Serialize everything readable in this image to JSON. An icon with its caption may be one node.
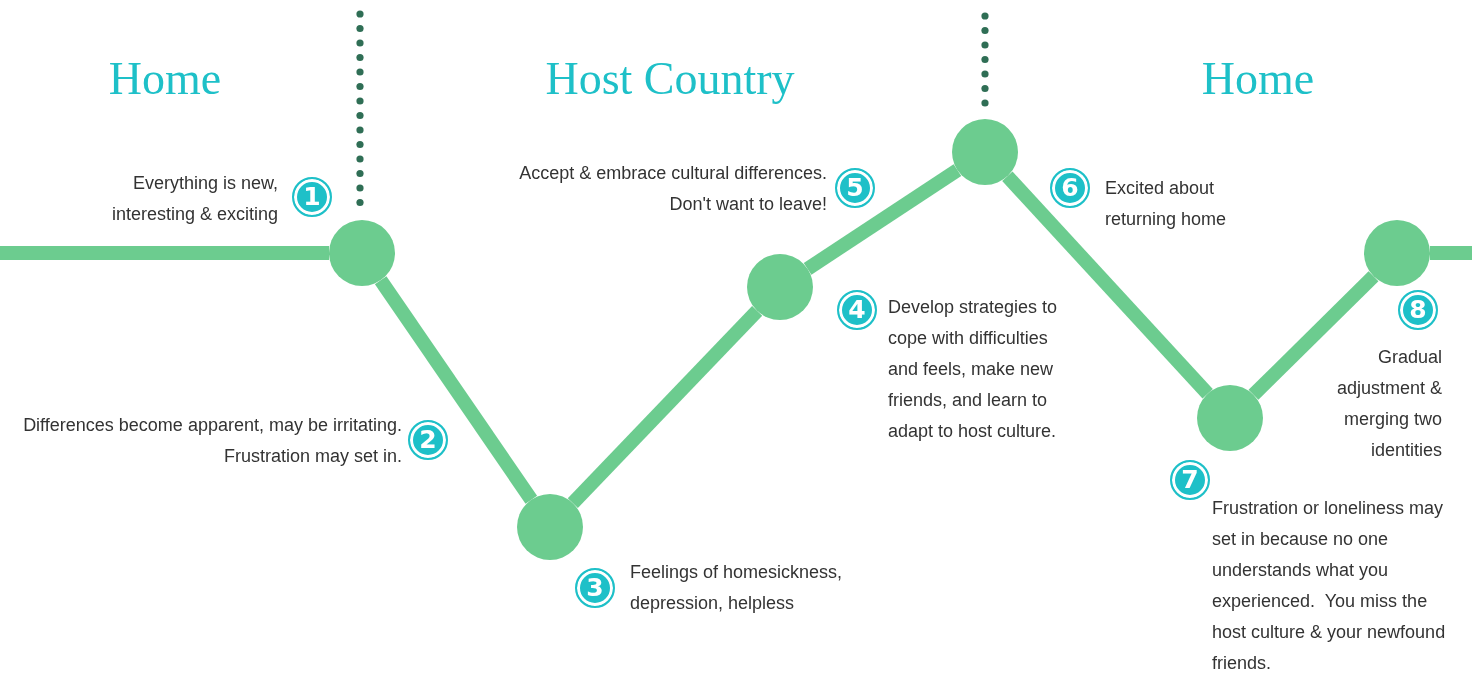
{
  "diagram": {
    "nodes": [
      {
        "text": [],
        "shape": "circle"
      },
      {
        "text": [],
        "shape": "circle"
      },
      {
        "text": [],
        "shape": "circle"
      },
      {
        "text": [],
        "shape": "circle"
      },
      {
        "text": [],
        "shape": "circle"
      },
      {
        "text": [],
        "shape": "circle"
      },
      {
        "text": [
          "1"
        ],
        "beside": [
          "Everything is new, interesting & exciting"
        ]
      },
      {
        "text": [
          "2"
        ],
        "beside": [
          "Differences become apparent, may be irritating. Frustration may set in."
        ]
      },
      {
        "text": [
          "3"
        ],
        "beside": [
          "Feelings of homesickness, depression, helpless"
        ]
      },
      {
        "text": [
          "4"
        ],
        "beside": [
          "Develop strategies to cope with difficulties and feels, make new friends, and learn to adapt to host culture."
        ]
      },
      {
        "text": [
          "5"
        ],
        "beside": [
          "Accept & embrace cultural differences.  Don't want to leave!"
        ]
      },
      {
        "text": [
          "6"
        ],
        "beside": [
          "Excited about returning home"
        ]
      },
      {
        "text": [
          "7"
        ],
        "beside": [
          "Frustration or loneliness may set in because no one understands what you experienced.  You miss the host culture & your newfound friends."
        ]
      },
      {
        "text": [
          "8"
        ],
        "beside": [
          "Gradual adjustment & merging two identities"
        ]
      }
    ],
    "edges": [
      {
        "from": null,
        "to": 0,
        "arrow": "none"
      },
      {
        "from": 0,
        "to": 1,
        "arrow": "none"
      },
      {
        "from": 1,
        "to": 2,
        "arrow": "none"
      },
      {
        "from": 2,
        "to": 3,
        "arrow": "none"
      },
      {
        "from": 3,
        "to": 4,
        "arrow": "none"
      },
      {
        "from": 4,
        "to": 5,
        "arrow": "none"
      },
      {
        "from": 5,
        "to": null,
        "arrow": "none"
      }
    ],
    "labels": [
      "Home",
      "Host Country",
      "Home"
    ]
  }
}
